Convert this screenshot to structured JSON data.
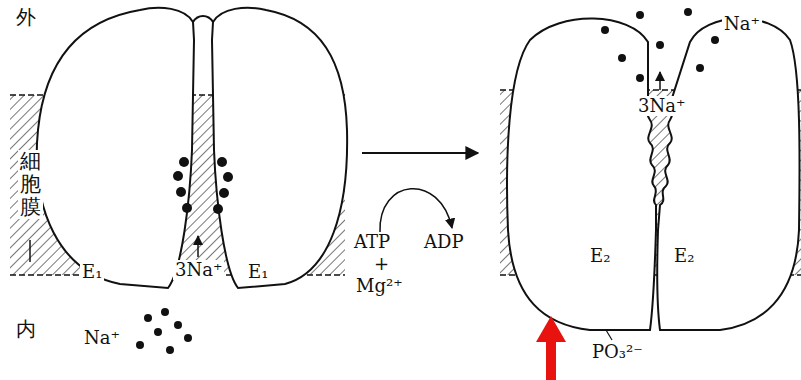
{
  "diagram": {
    "labels": [
      "外",
      "細胞膜",
      "内",
      "3Na⁺",
      "E₁",
      "E₁",
      "Na⁺",
      "ATP",
      "+",
      "Mg²⁺",
      "ADP",
      "Na⁺",
      "3Na⁺",
      "E₂",
      "E₂",
      "PO₃²⁻"
    ]
  }
}
